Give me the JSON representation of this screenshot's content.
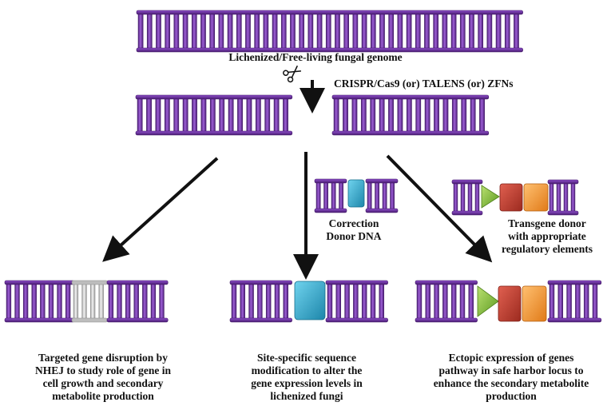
{
  "labels": {
    "genome": "Lichenized/Free-living fungal genome",
    "tools": "CRISPR/Cas9 (or) TALENS (or) ZFNs",
    "correction_line1": "Correction",
    "correction_line2": "Donor DNA",
    "transgene_line1": "Transgene donor",
    "transgene_line2": "with appropriate",
    "transgene_line3": "regulatory elements"
  },
  "outcomes": [
    {
      "line1": "Targeted gene disruption by",
      "line2": "NHEJ to study role of gene in",
      "line3": "cell growth  and secondary",
      "line4": "metabolite production"
    },
    {
      "line1": "Site-specific sequence",
      "line2": "modification to alter the",
      "line3": "gene expression levels in",
      "line4": "lichenized fungi"
    },
    {
      "line1": "Ectopic expression of genes",
      "line2": "pathway in safe harbor locus to",
      "line3": "enhance the secondary metabolite",
      "line4": "production"
    }
  ],
  "colors": {
    "dna": "#6a2c9a",
    "dna_light": "#9b59d0",
    "disrupted": "#cfcfcf",
    "cyan": "#2aa3c9",
    "green": "#8cc43c",
    "red": "#c0392b",
    "orange": "#f0932b"
  },
  "icons": [
    "scissors-icon"
  ]
}
